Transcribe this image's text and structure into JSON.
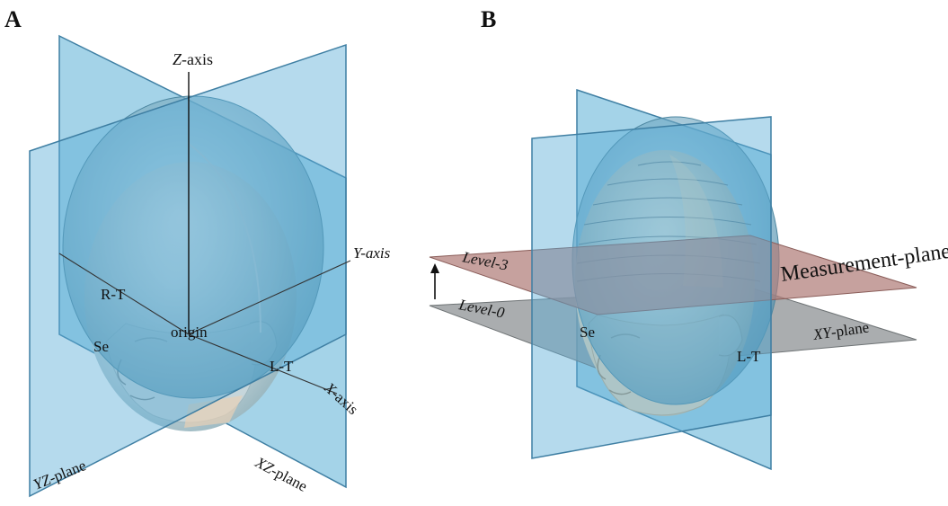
{
  "panels": {
    "a": {
      "letter": "A",
      "z_axis_prefix": "Z",
      "z_axis_suffix": "-axis",
      "y_axis": "Y-axis",
      "x_axis_prefix": "X",
      "x_axis_suffix": "-axis",
      "origin": "origin",
      "r_t": "R-T",
      "se": "Se",
      "l_t": "L-T",
      "yz_plane_prefix": "YZ",
      "yz_plane_suffix": "-plane",
      "xz_plane_prefix": "XZ",
      "xz_plane_suffix": "-plane"
    },
    "b": {
      "letter": "B",
      "level_3": "Level-3",
      "level_0": "Level-0",
      "measurement_plane": "Measurement-plane",
      "xy_plane_prefix": "XY",
      "xy_plane_suffix": "-plane",
      "se": "Se",
      "l_t": "L-T"
    }
  },
  "colors": {
    "plane_blue": "#5aaed6",
    "plane_edge": "#3f7fa3",
    "head_gray": "#c7d3d6",
    "head_skin": "#f1dfc4",
    "measurement_plane": "#b07d79",
    "xy_plane": "#8e9294"
  }
}
